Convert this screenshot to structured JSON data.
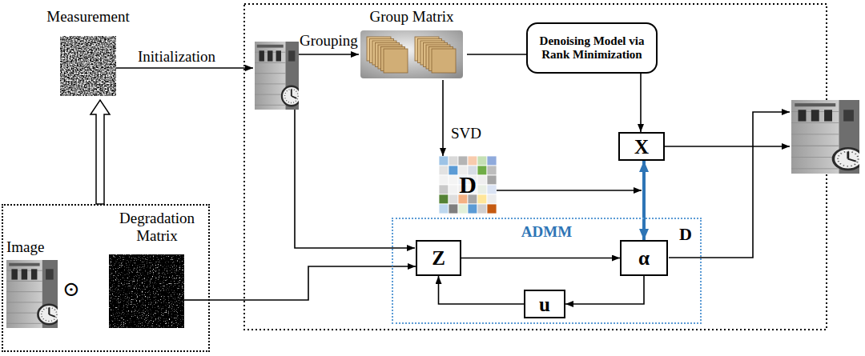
{
  "diagram": {
    "nodes": [
      {
        "text": [
          "Measurement"
        ]
      },
      {
        "text": [
          "Group Matrix"
        ]
      },
      {
        "text": [
          "Denoising Model via Rank Minimization"
        ]
      },
      {
        "text": [
          "D"
        ]
      },
      {
        "text": [
          "X"
        ]
      },
      {
        "text": [
          "ADMM"
        ]
      },
      {
        "text": [
          "Z"
        ],
        "in": 5
      },
      {
        "text": [
          "α"
        ],
        "in": 5
      },
      {
        "text": [
          "u"
        ],
        "in": 5
      },
      {
        "text": [
          "Image",
          "⊙",
          "Degradation Matrix"
        ]
      }
    ],
    "edges": [
      {
        "from": 9,
        "to": 0,
        "arrow": "to"
      },
      {
        "from": 1,
        "to": 2,
        "arrow": "none"
      },
      {
        "from": 1,
        "to": 3,
        "label": "SVD",
        "arrow": "to"
      },
      {
        "from": 2,
        "to": 4,
        "arrow": "to"
      },
      {
        "from": 4,
        "to": 7,
        "arrow": "both"
      },
      {
        "from": 6,
        "to": 7,
        "arrow": "to"
      },
      {
        "from": 7,
        "to": 8,
        "arrow": "to"
      },
      {
        "from": 8,
        "to": 6,
        "arrow": "to"
      },
      {
        "from": 9,
        "to": 6,
        "arrow": "to"
      }
    ],
    "labels": [
      "Initialization",
      "Grouping",
      "D"
    ]
  }
}
